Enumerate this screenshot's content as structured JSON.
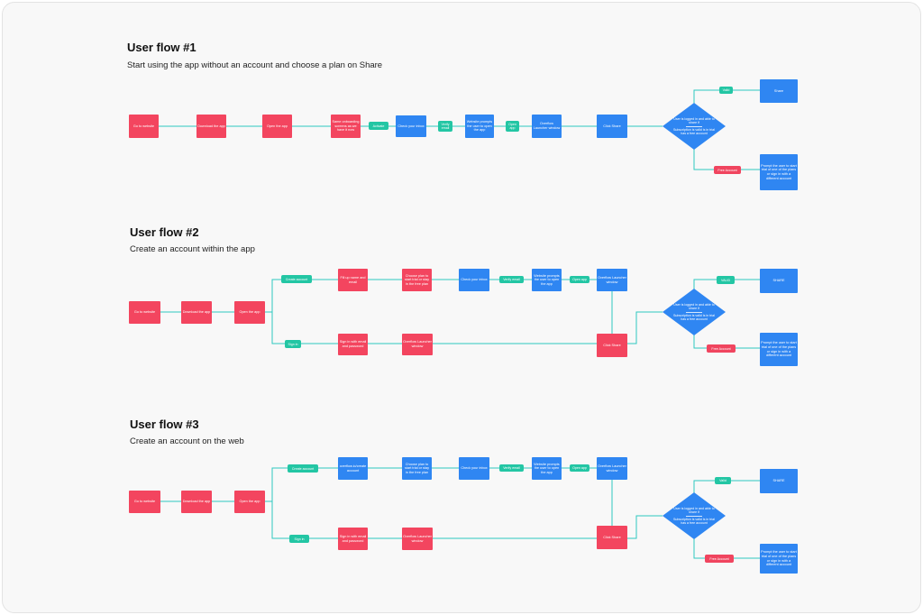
{
  "flow1": {
    "title": "User flow #1",
    "subtitle": "Start using the app without an account and choose a plan on Share",
    "nodes": {
      "goto": "Go to website",
      "download": "Download the app",
      "open": "Open the app",
      "same": "Same onboarding screens as we have it now",
      "activate": "Activate",
      "inbox": "Check your inbox",
      "verify": "Verify email",
      "website": "Website prompts the user to open the app",
      "openapp": "Open app",
      "launcher": "Overflow Launcher window",
      "click": "Click Share",
      "d1": "User is logged in and able to share if",
      "d2": "Subscription is valid is in trial",
      "d3": "has a free account",
      "valid": "Valid",
      "share": "Share",
      "free": "Free Account",
      "prompt": "Prompt the user to start trial of one of the plans or sign in with a different account"
    }
  },
  "flow2": {
    "title": "User flow #2",
    "subtitle": "Create an account within the app",
    "nodes": {
      "goto": "Go to website",
      "download": "Download the app",
      "open": "Open the app",
      "create": "Create account",
      "fill": "Fill up name and email",
      "choose": "Choose plan to start trial or stay in the free plan",
      "inbox": "Check your inbox",
      "verify": "Verify email",
      "website": "Website prompts the user to open the app",
      "openapp": "Open app",
      "launcher_top": "Overflow Launcher window",
      "signin": "Sign in",
      "signin_box": "Sign in with email and password",
      "launcher": "Overflow Launcher window",
      "click": "Click Share",
      "d1": "User is logged in and able to share if",
      "d2": "Subscription is valid is in trial",
      "d3": "has a free account",
      "valid": "VALID",
      "share": "SHARE",
      "free": "Free Account",
      "prompt": "Prompt the user to start trial of one of the plans or sign in with a different account"
    }
  },
  "flow3": {
    "title": "User flow #3",
    "subtitle": "Create an account on the web",
    "nodes": {
      "goto": "Go to website",
      "download": "Download the app",
      "open": "Open the app",
      "create": "Create account",
      "overflow_web": "overflow.io/create account",
      "choose": "Choose plan to start trial or stay in the free plan",
      "inbox": "Check your inbox",
      "verify": "Verify email",
      "website": "Website prompts the user to open the app",
      "openapp": "Open app",
      "launcher_top": "Overflow Launcher window",
      "signin": "Sign in",
      "signin_box": "Sign in with email and password",
      "launcher": "Overflow Launcher window",
      "click": "Click Share",
      "d1": "User is logged in and able to share if",
      "d2": "Subscription is valid is in trial",
      "d3": "has a free account",
      "valid": "Valid",
      "share": "SHARE",
      "free": "Free Account",
      "prompt": "Prompt the user to start trial of one of the plans or sign in with a different account"
    }
  },
  "colors": {
    "pink": "#f3455f",
    "blue": "#2f86f2",
    "teal": "#23c6a4",
    "line": "#2ec9c0"
  }
}
